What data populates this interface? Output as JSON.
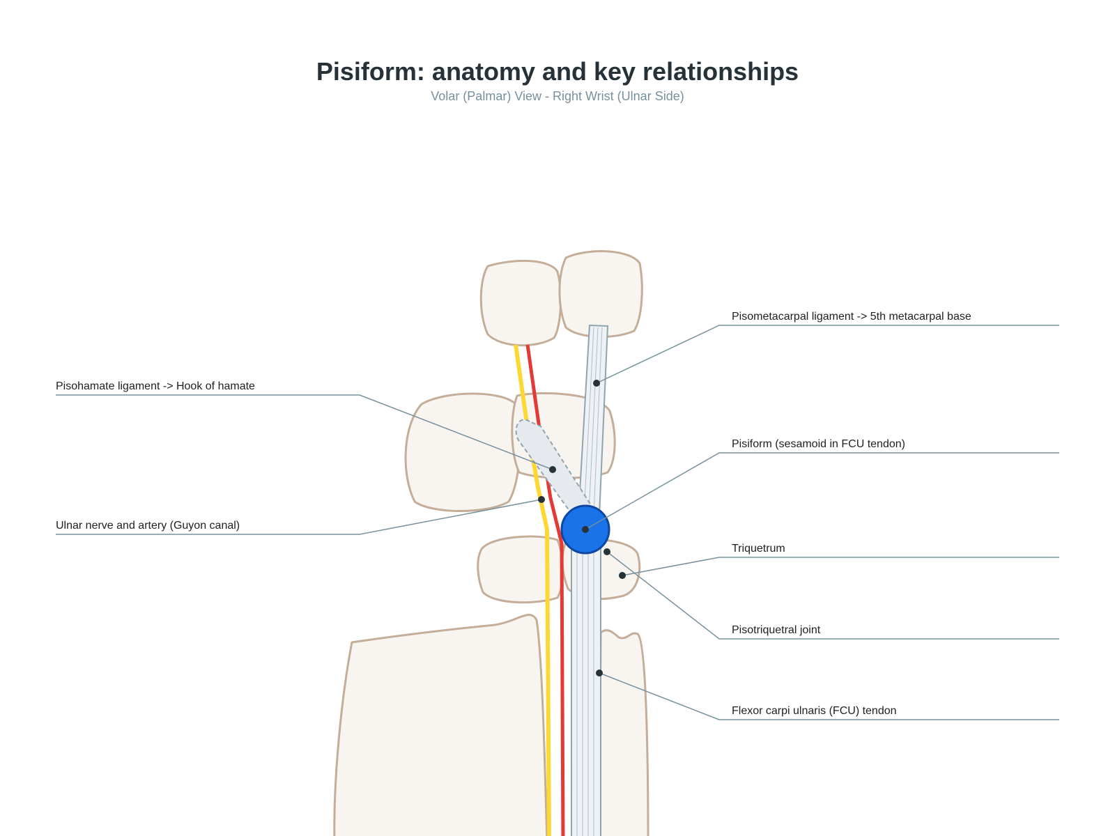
{
  "title": "Pisiform: anatomy and key relationships",
  "subtitle": "Volar (Palmar) View - Right Wrist (Ulnar Side)",
  "structures": {
    "bones": [
      "metacarpal-4-base",
      "metacarpal-5-base",
      "hamate",
      "capitate-ulnar",
      "lunate",
      "triquetrum",
      "radius",
      "ulna"
    ],
    "pisiform": {
      "color": "#1a73e8",
      "stroke": "#0d47a1"
    },
    "ulnar_nerve": {
      "color": "#fdd835"
    },
    "ulnar_artery": {
      "color": "#e53935"
    },
    "fcu_tendon": {
      "color": "#eef2f6",
      "stroke": "#90a4ae"
    },
    "ligament": {
      "color": "#e6eaee",
      "stroke": "#90a4ae"
    }
  },
  "labels": {
    "pisometacarpal": "Pisometacarpal ligament -> 5th metacarpal base",
    "pisohamate": "Pisohamate ligament -> Hook of hamate",
    "pisiform": "Pisiform (sesamoid in FCU tendon)",
    "guyon": "Ulnar nerve and artery (Guyon canal)",
    "triquetrum": "Triquetrum",
    "pisotriquetral": "Pisotriquetral joint",
    "fcu": "Flexor carpi ulnaris (FCU) tendon"
  }
}
